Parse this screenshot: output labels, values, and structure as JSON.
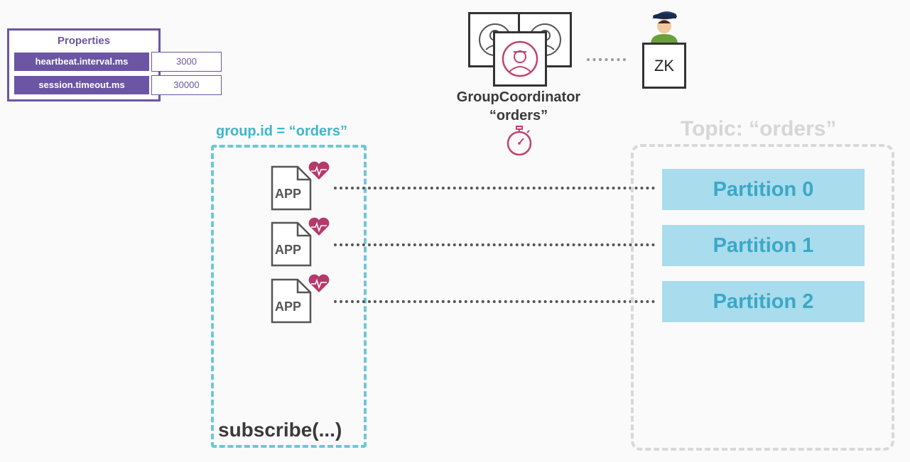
{
  "properties": {
    "title": "Properties",
    "rows": [
      {
        "key": "heartbeat.interval.ms",
        "value": "3000"
      },
      {
        "key": "session.timeout.ms",
        "value": "30000"
      }
    ]
  },
  "coordinator": {
    "line1": "GroupCoordinator",
    "line2": "“orders”"
  },
  "zookeeper": {
    "label": "ZK"
  },
  "group": {
    "label": "group.id = “orders”",
    "subscribe": "subscribe(...)",
    "apps": [
      {
        "label": "APP"
      },
      {
        "label": "APP"
      },
      {
        "label": "APP"
      }
    ]
  },
  "topic": {
    "label": "Topic: “orders”",
    "partitions": [
      "Partition 0",
      "Partition 1",
      "Partition 2"
    ]
  },
  "colors": {
    "purple": "#6b55a4",
    "teal": "#6cc7d9",
    "partition_fill": "#a9dcec",
    "partition_text": "#3aa8c8",
    "heart": "#b53a6b",
    "coordinator_icon": "#c2416f"
  }
}
